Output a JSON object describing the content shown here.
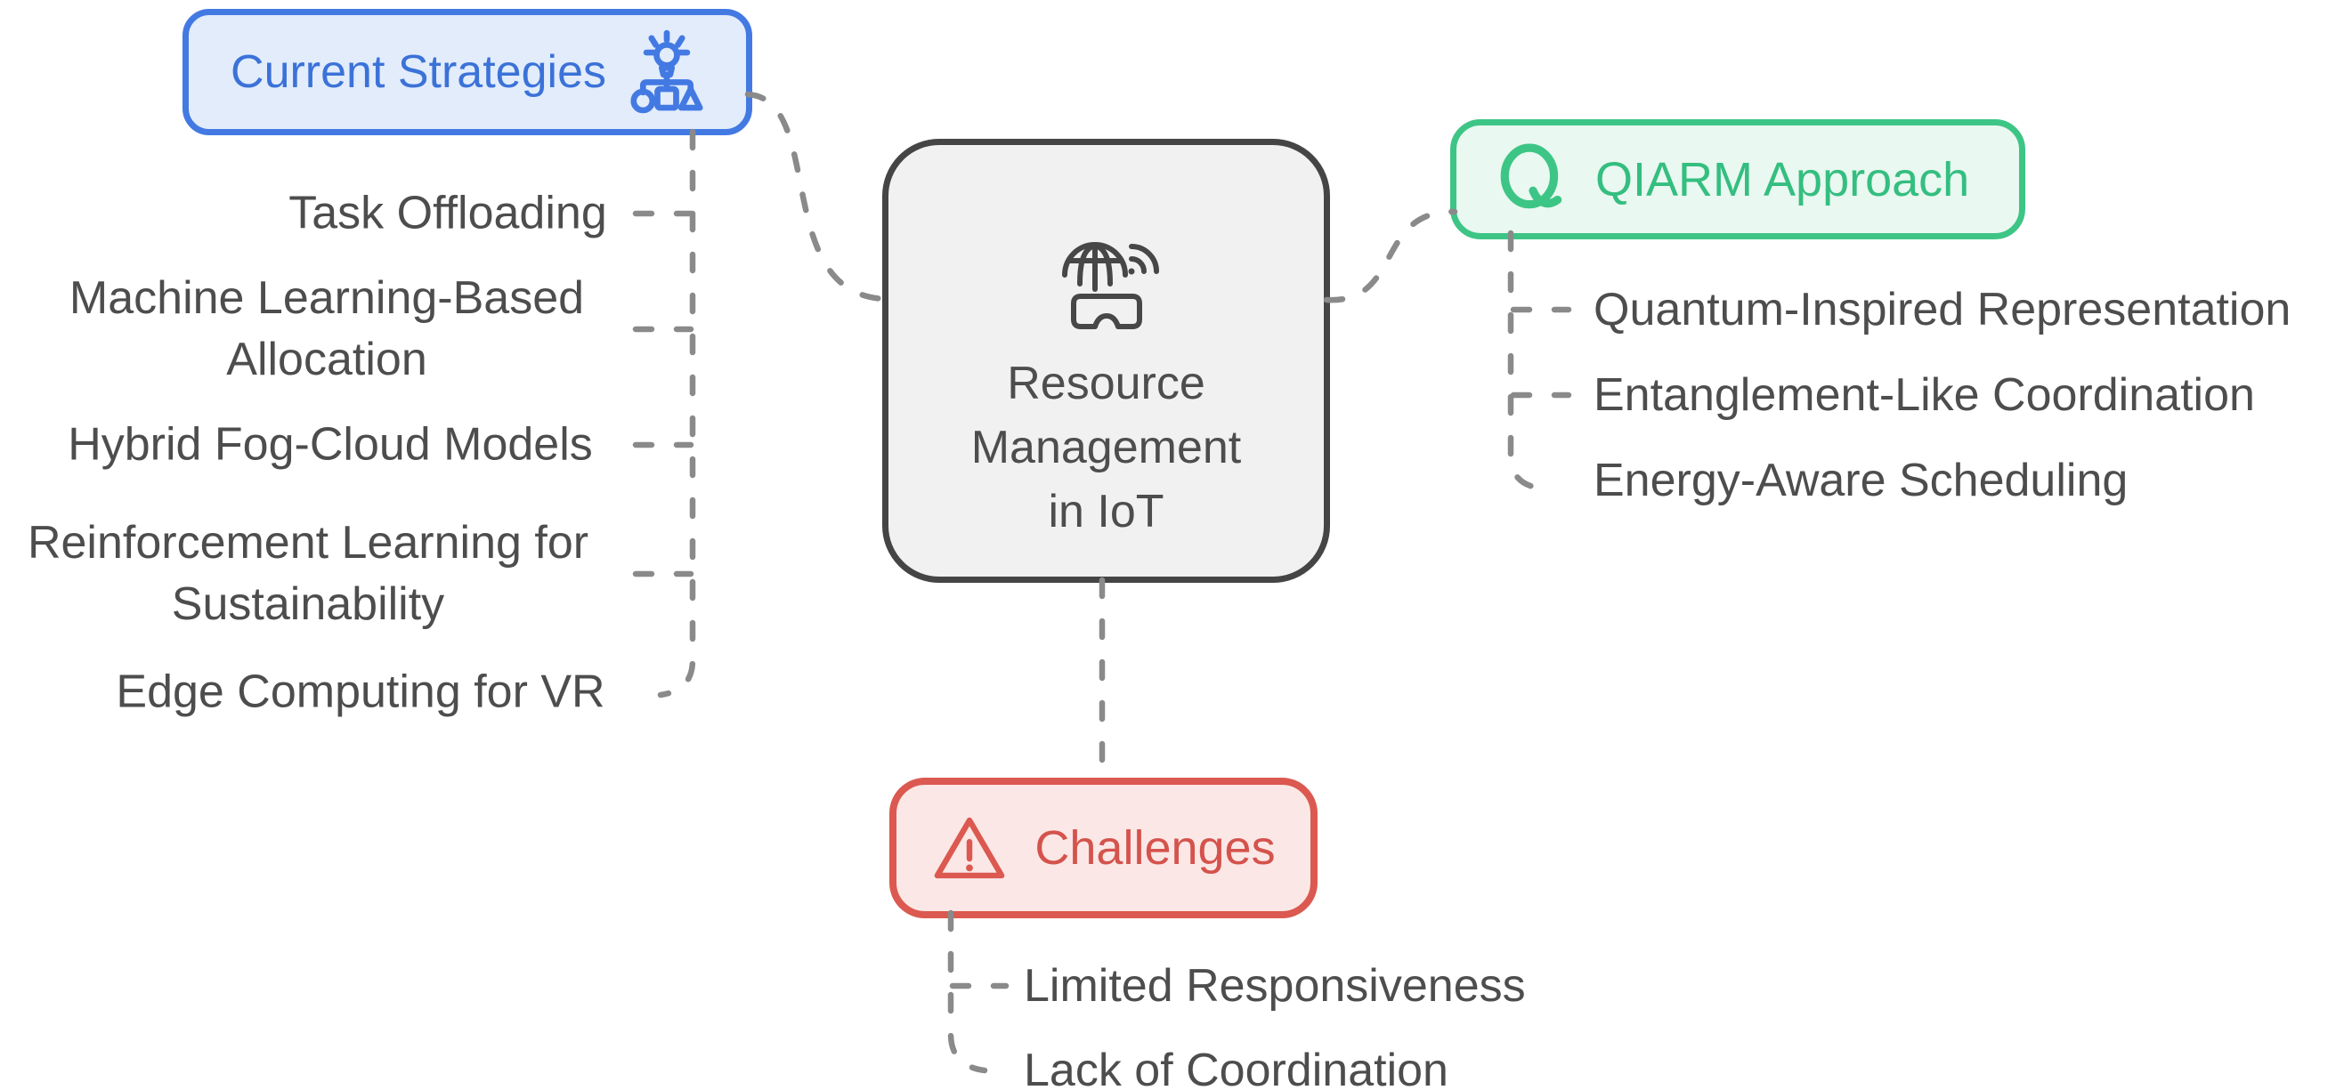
{
  "diagram": {
    "type": "mindmap",
    "connector_color": "#8A8A8A",
    "background_color": "#FFFFFF",
    "center_node": {
      "title": "Resource Management in IoT",
      "title_lines": [
        "Resource",
        "Management",
        "in IoT"
      ],
      "icon": "iot-globe-vr-headset-icon",
      "border_color": "#454545",
      "fill_color": "#F1F1F1",
      "text_color": "#4D4D4D"
    },
    "branches": [
      {
        "label": "Current Strategies",
        "icon": "idea-strategy-tree-icon",
        "border_color": "#4379E2",
        "fill_color": "#E2ECFB",
        "text_color": "#3B72D8",
        "items": [
          "Task Offloading",
          "Machine Learning-Based Allocation",
          "Hybrid Fog-Cloud Models",
          "Reinforcement Learning for Sustainability",
          "Edge Computing for VR"
        ]
      },
      {
        "label": "QIARM Approach",
        "icon": "q-letter-icon",
        "border_color": "#3DC586",
        "fill_color": "#E9F8F0",
        "text_color": "#34BE80",
        "items": [
          "Quantum-Inspired Representation",
          "Entanglement-Like Coordination",
          "Energy-Aware Scheduling"
        ]
      },
      {
        "label": "Challenges",
        "icon": "warning-triangle-icon",
        "border_color": "#DB5950",
        "fill_color": "#FBE7E6",
        "text_color": "#D4534C",
        "items": [
          "Limited Responsiveness",
          "Lack of Coordination"
        ]
      }
    ],
    "item_text_color": "#4D4D4D"
  }
}
